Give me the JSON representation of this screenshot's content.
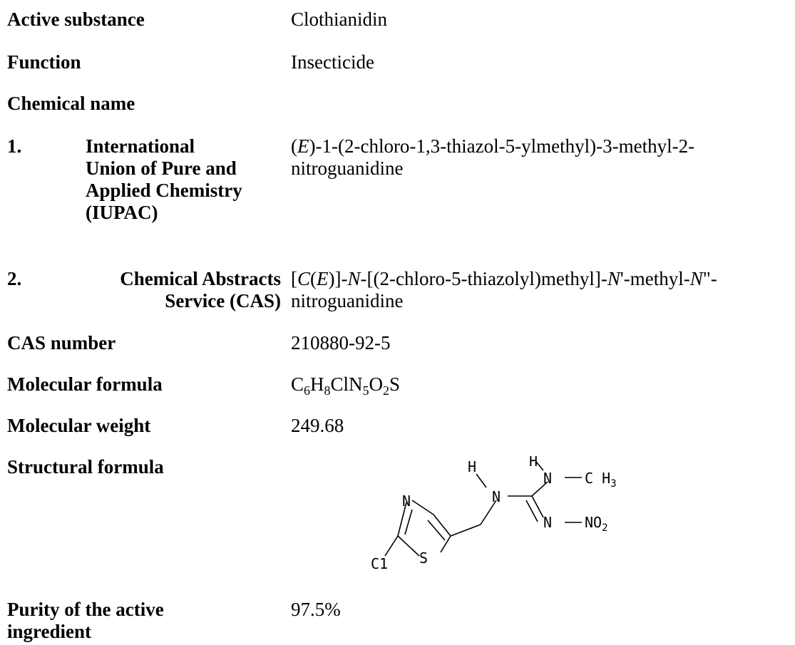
{
  "active_substance": {
    "label": "Active substance",
    "value": "Clothianidin"
  },
  "function": {
    "label": "Function",
    "value": "Insecticide"
  },
  "chemical_name": {
    "label": "Chemical name"
  },
  "iupac": {
    "number": "1.",
    "label_lines": [
      "International",
      "Union of Pure and",
      "Applied Chemistry",
      "(IUPAC)"
    ],
    "value_line1_prefix": "(",
    "value_line1_italic": "E",
    "value_line1_rest": ")-1-(2-chloro-1,3-thiazol-5-ylmethyl)-3-methyl-2-",
    "value_line2": "nitroguanidine"
  },
  "cas_name": {
    "number": "2.",
    "label_lines": [
      "Chemical Abstracts",
      "Service (CAS)"
    ],
    "value_line1_parts": [
      {
        "text": "[",
        "italic": false
      },
      {
        "text": "C",
        "italic": true
      },
      {
        "text": "(",
        "italic": false
      },
      {
        "text": "E",
        "italic": true
      },
      {
        "text": ")]-",
        "italic": false
      },
      {
        "text": "N",
        "italic": true
      },
      {
        "text": "-[(2-chloro-5-thiazolyl)methyl]-",
        "italic": false
      },
      {
        "text": "N",
        "italic": true
      },
      {
        "text": "'-methyl-",
        "italic": false
      },
      {
        "text": "N",
        "italic": true
      },
      {
        "text": "\"-",
        "italic": false
      }
    ],
    "value_line2": "nitroguanidine"
  },
  "cas_number": {
    "label": "CAS number",
    "value": "210880-92-5"
  },
  "molecular_formula": {
    "label": "Molecular formula",
    "parts": [
      {
        "text": "C",
        "sub": false
      },
      {
        "text": "6",
        "sub": true
      },
      {
        "text": "H",
        "sub": false
      },
      {
        "text": "8",
        "sub": true
      },
      {
        "text": "ClN",
        "sub": false
      },
      {
        "text": "5",
        "sub": true
      },
      {
        "text": "O",
        "sub": false
      },
      {
        "text": "2",
        "sub": true
      },
      {
        "text": "S",
        "sub": false
      }
    ]
  },
  "molecular_weight": {
    "label": "Molecular weight",
    "value": "249.68"
  },
  "structural_formula": {
    "label": "Structural formula",
    "atoms": {
      "h_top": "H",
      "n_top": "N",
      "ch": "C H",
      "ch_sub": "3",
      "h_left": "H",
      "n_mid": "N",
      "n_ring": "N",
      "n_no2": "N",
      "no": "NO",
      "no_sub": "2",
      "cl": "C1",
      "s": "S"
    }
  },
  "purity": {
    "label_lines": [
      "Purity of the active",
      "ingredient"
    ],
    "value": "97.5%"
  }
}
